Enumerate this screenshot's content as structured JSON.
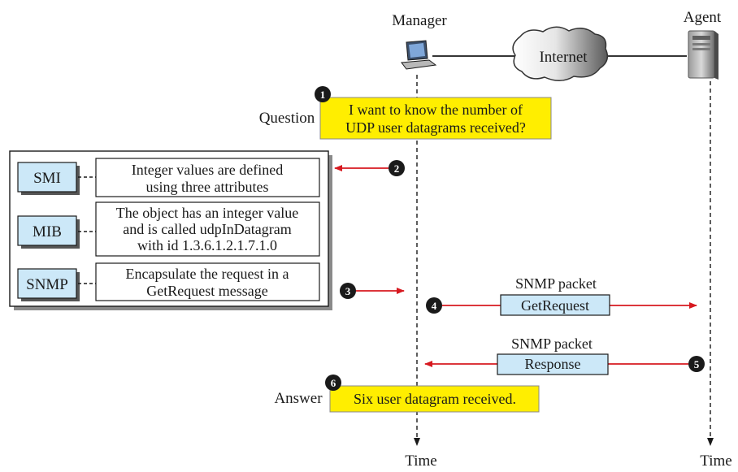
{
  "participants": {
    "manager": "Manager",
    "agent": "Agent",
    "network": "Internet"
  },
  "timeline_label": "Time",
  "steps": {
    "s1": "1",
    "s2": "2",
    "s3": "3",
    "s4": "4",
    "s5": "5",
    "s6": "6"
  },
  "question": {
    "label": "Question",
    "line1": "I want to know the number of",
    "line2": "UDP user datagrams received?"
  },
  "answer": {
    "label": "Answer",
    "text": "Six user datagram received."
  },
  "layers": {
    "smi": {
      "name": "SMI",
      "line1": "Integer values are defined",
      "line2": "using three attributes"
    },
    "mib": {
      "name": "MIB",
      "line1": "The object has an integer value",
      "line2": "and is called udpInDatagram",
      "line3": "with id 1.3.6.1.2.1.7.1.0"
    },
    "snmp": {
      "name": "SNMP",
      "line1": "Encapsulate the request in a",
      "line2": "GetRequest message"
    }
  },
  "packets": {
    "request": {
      "caption": "SNMP packet",
      "message": "GetRequest"
    },
    "response": {
      "caption": "SNMP packet",
      "message": "Response"
    }
  },
  "colors": {
    "note_fill": "#ffee00",
    "layer_fill": "#cce8f8",
    "arrow": "#d71920",
    "ink": "#1a1a1a"
  }
}
